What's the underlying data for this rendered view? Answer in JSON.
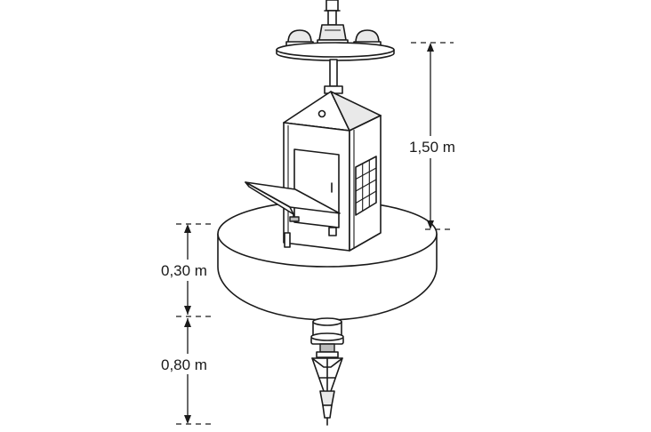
{
  "diagram": {
    "dimensions": {
      "mast_height": "1,50 m",
      "float_height": "0,30 m",
      "underwater_height": "0,80 m"
    }
  }
}
